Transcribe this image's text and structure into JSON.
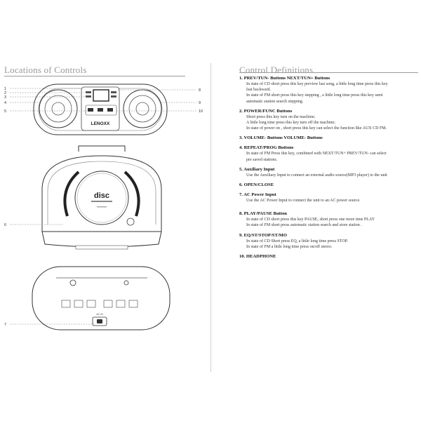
{
  "left": {
    "heading": "Locations of Controls",
    "brand": "LENOXX",
    "disc_logo": "disc",
    "callouts_front": [
      "1",
      "2",
      "3",
      "4",
      "5",
      "8",
      "9",
      "10"
    ],
    "callout_lid": "6",
    "callout_back": "7",
    "ac_label": "AC IN"
  },
  "right": {
    "heading": "Control Definitions",
    "items": [
      {
        "title": "1. PREV/TUN- Buttons  NEXT/TUN+ Buttons",
        "lines": [
          "In state of CD short press this key preview last song, a little long time press this key",
          "fast backward.",
          "In state of FM short press this key stepping , a little long time press this key semi",
          "automatic station search stepping."
        ]
      },
      {
        "title": "2. POWER/FUNC Buttons",
        "lines": [
          "Short press this key turn on the machine;",
          "A little long time press this key turn off the machine;",
          "In state of power on , short press this key can select the function like AUX CD FM."
        ]
      },
      {
        "title": "3. VOLUME- Buttons VOLUME- Buttons",
        "lines": []
      },
      {
        "title": "4. REPEAT/PROG Buttons",
        "lines": [
          "In state of FM Press this key, combined with NEXT/TUN+ PREV/TUN- can select",
          "pre saved stations."
        ]
      },
      {
        "title": "5. Auxiliary Input",
        "lines": [
          "Use the Auxiliary Input to connect an external audio source(MP3 player) to the unit"
        ]
      },
      {
        "title": "6. OPEN/CLOSE",
        "lines": []
      },
      {
        "title": "7. AC Power Input",
        "lines": [
          "Use the AC Power Input to connect the unit to an AC power source."
        ]
      },
      {
        "title": "8. PLAY/PAUSE Button",
        "lines": [
          "In state of CD short press this key PAUSE, short press one more time PLAY",
          "In state of FM short press automatic station search and store station ."
        ]
      },
      {
        "title": "9. EQ/ST/STOP/ST/MO",
        "lines": [
          "In state of CD Short press EQ, a little long time press STOP.",
          "In state of FM a little long time press on/off stereo."
        ]
      },
      {
        "title": "10. HEADPHONE",
        "lines": []
      }
    ]
  }
}
